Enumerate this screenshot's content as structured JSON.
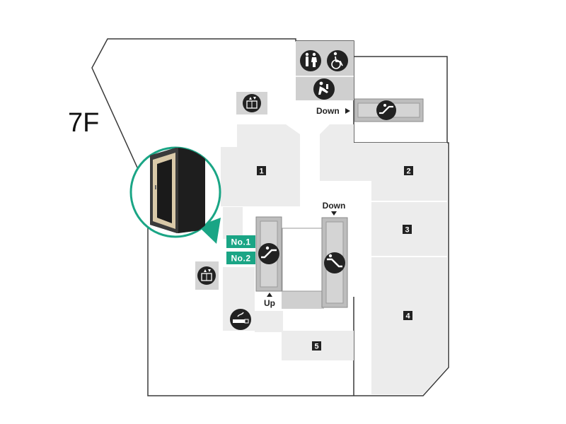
{
  "floor": {
    "label": "7F"
  },
  "zones": [
    {
      "id": "zone-1",
      "number": "1"
    },
    {
      "id": "zone-2",
      "number": "2"
    },
    {
      "id": "zone-3",
      "number": "3"
    },
    {
      "id": "zone-4",
      "number": "4"
    },
    {
      "id": "zone-5",
      "number": "5"
    }
  ],
  "escalator_labels": {
    "down_top": "Down",
    "down_center": "Down",
    "up_center": "Up"
  },
  "booths": [
    {
      "tag": "No.1"
    },
    {
      "tag": "No.2"
    }
  ],
  "icons": {
    "restroom": "restroom-icon",
    "accessible": "wheelchair-icon",
    "nursing": "baby-care-icon",
    "elevator": "elevator-icon",
    "escalator": "escalator-icon",
    "smoking": "smoking-icon",
    "booth": "phone-booth-illustration"
  },
  "colors": {
    "accent": "#1aa585",
    "outline": "#3a3a3a",
    "zone_fill": "#ececec",
    "service_fill": "#cfcfcf",
    "icon_dark": "#222222"
  }
}
